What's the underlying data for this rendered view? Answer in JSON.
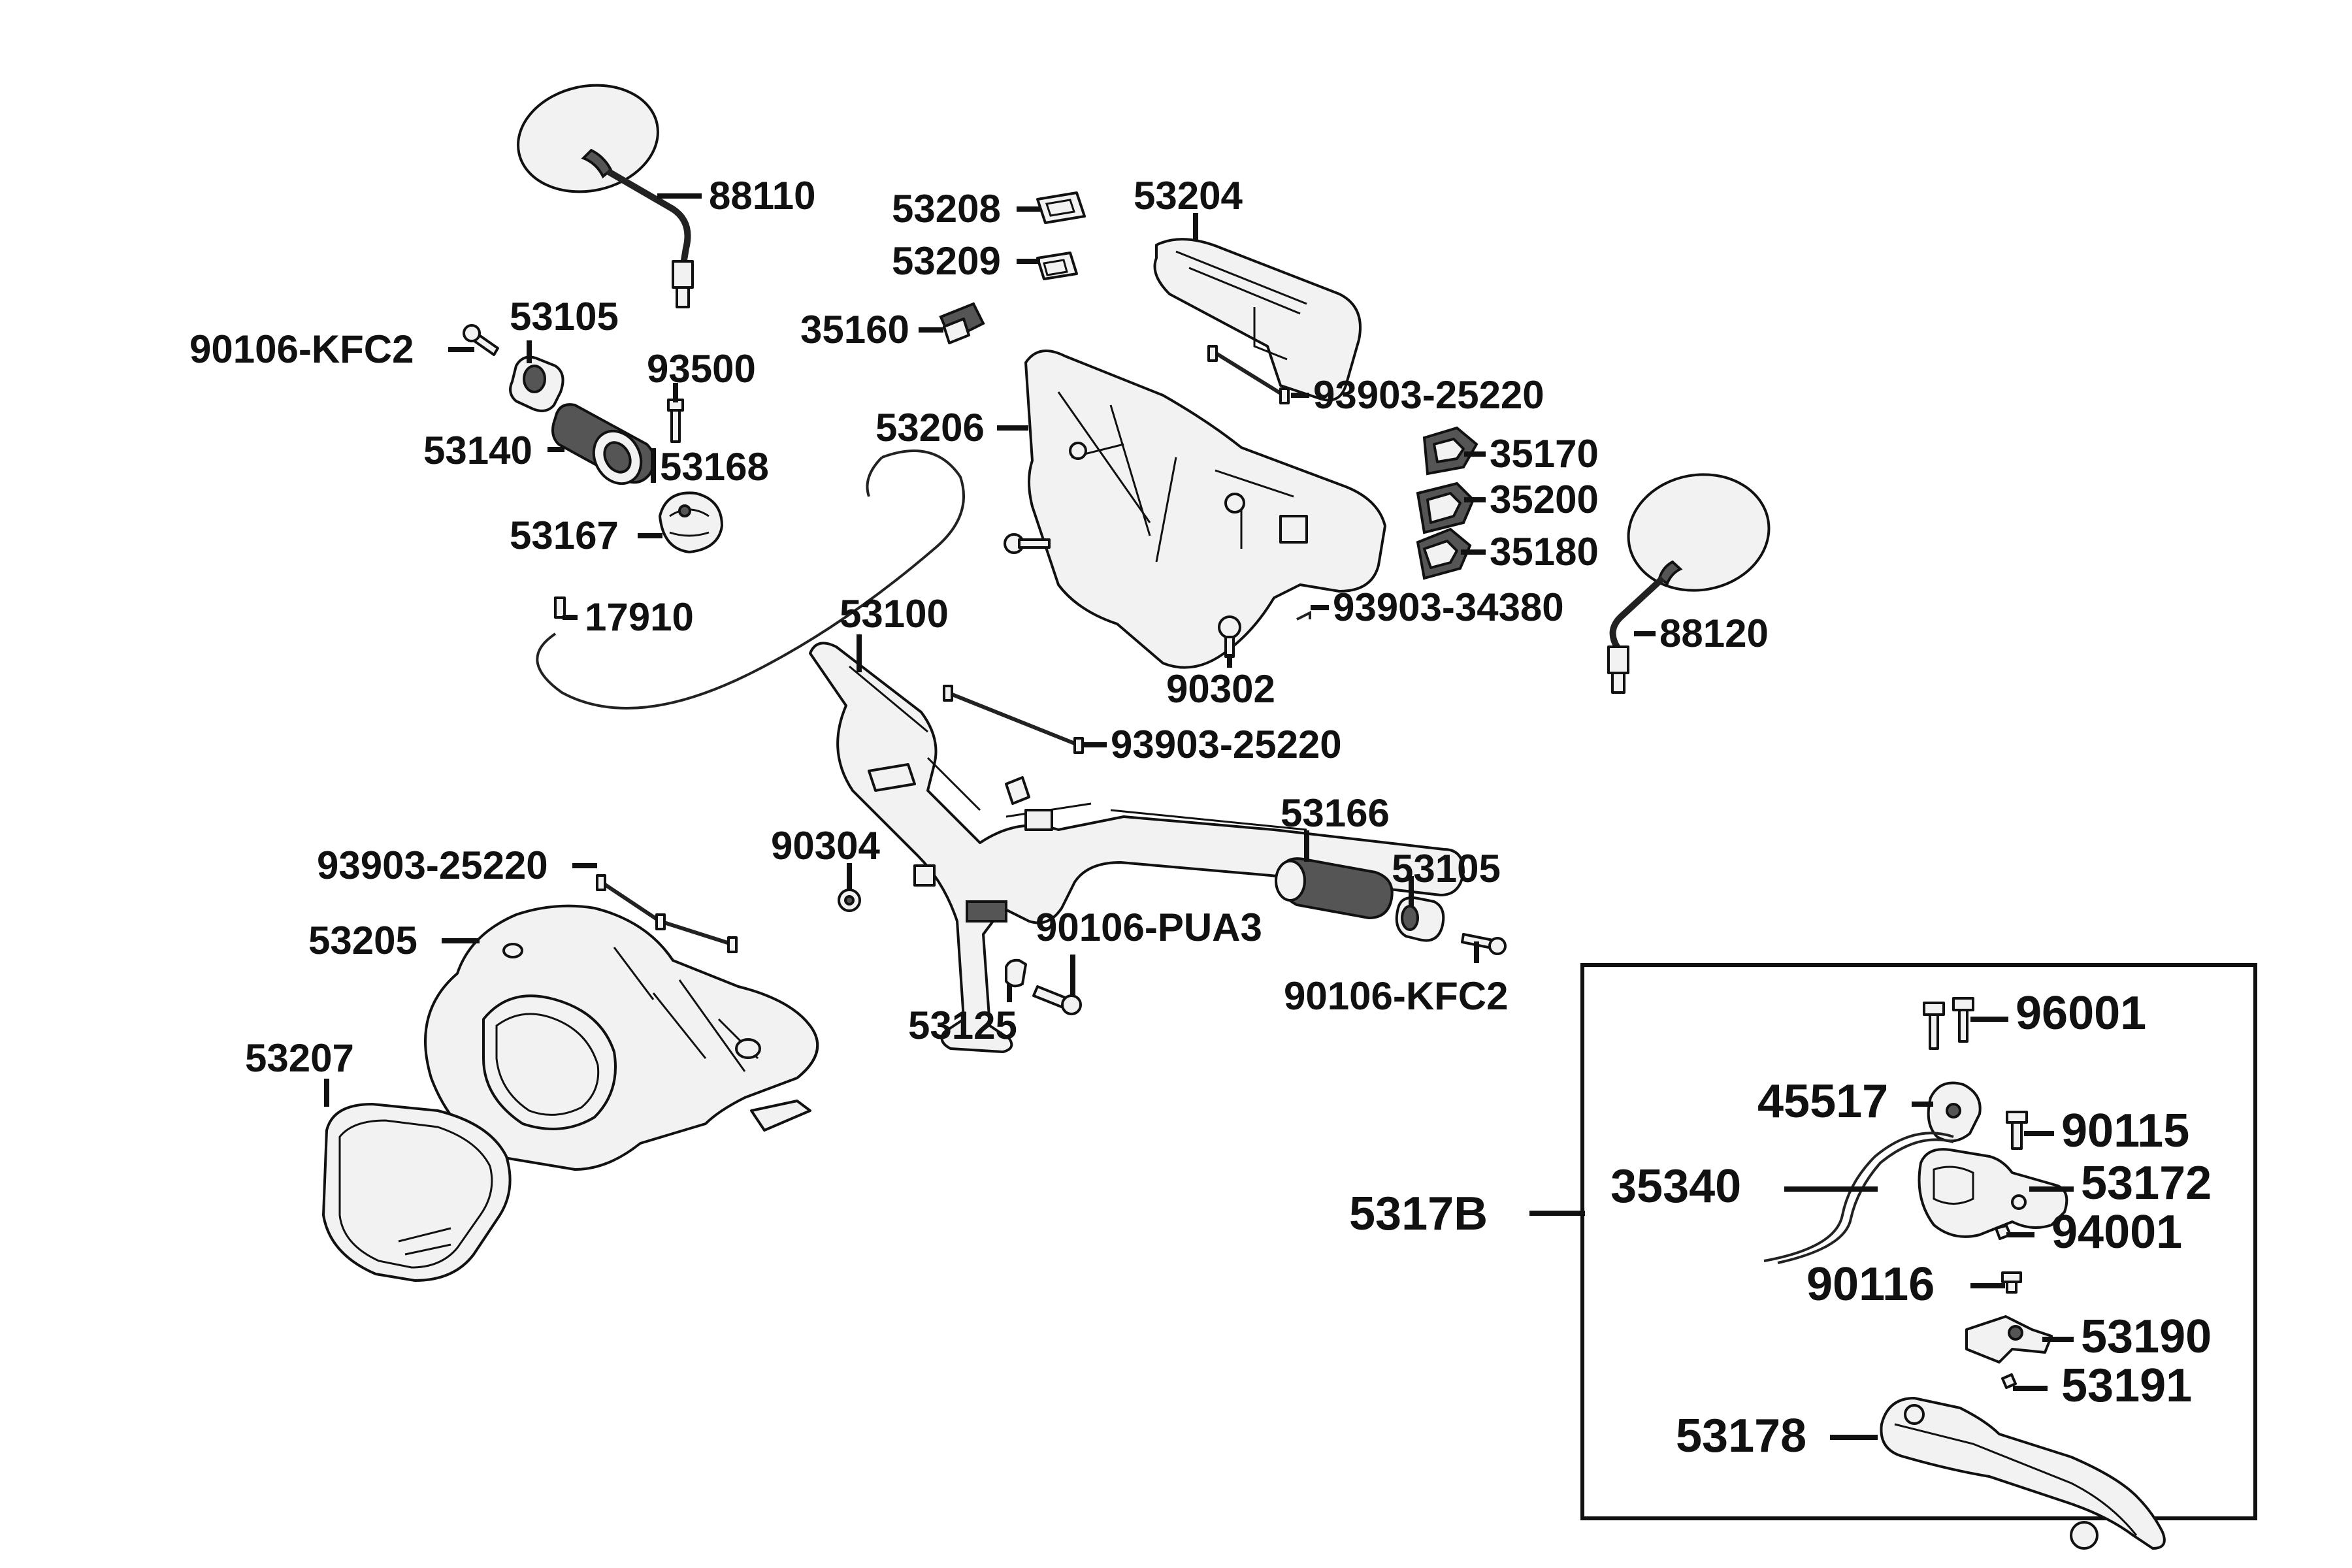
{
  "parts": {
    "p88110": "88110",
    "p53208": "53208",
    "p53209": "53209",
    "p53204": "53204",
    "p90106_kfc2_a": "90106-KFC2",
    "p53105_a": "53105",
    "p93500": "93500",
    "p35160": "35160",
    "p93903_25220_a": "93903-25220",
    "p53206": "53206",
    "p53140": "53140",
    "p53168": "53168",
    "p35170": "35170",
    "p35200": "35200",
    "p53167": "53167",
    "p35180": "35180",
    "p17910": "17910",
    "p53100": "53100",
    "p93903_34380": "93903-34380",
    "p88120": "88120",
    "p90302": "90302",
    "p93903_25220_b": "93903-25220",
    "p53166": "53166",
    "p90304": "90304",
    "p53105_b": "53105",
    "p93903_25220_c": "93903-25220",
    "p90106_pua3": "90106-PUA3",
    "p53205": "53205",
    "p90106_kfc2_b": "90106-KFC2",
    "p53125": "53125",
    "p53207": "53207"
  },
  "assembly": {
    "id": "5317B",
    "p96001": "96001",
    "p45517": "45517",
    "p90115": "90115",
    "p35340": "35340",
    "p53172": "53172",
    "p94001": "94001",
    "p90116": "90116",
    "p53190": "53190",
    "p53191": "53191",
    "p53178": "53178"
  }
}
